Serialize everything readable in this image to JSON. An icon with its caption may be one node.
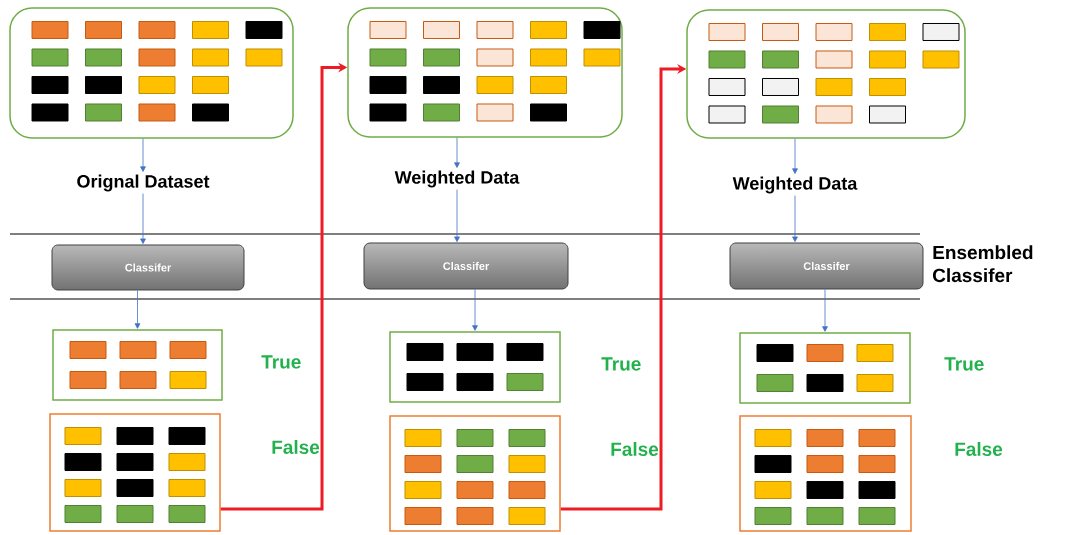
{
  "diagram": {
    "nodes": [
      {
        "text": [],
        "shape": "box"
      },
      {
        "text": [
          "Orignal Dataset"
        ]
      },
      {
        "text": [
          "Classifer"
        ]
      },
      {
        "text": [],
        "shape": "box",
        "beside": [
          "True"
        ]
      },
      {
        "text": [],
        "shape": "box",
        "beside": [
          "False"
        ]
      },
      {
        "text": [],
        "shape": "box"
      },
      {
        "text": [
          "Weighted Data"
        ]
      },
      {
        "text": [
          "Classifer"
        ]
      },
      {
        "text": [],
        "shape": "box",
        "beside": [
          "True"
        ]
      },
      {
        "text": [],
        "shape": "box",
        "beside": [
          "False"
        ]
      },
      {
        "text": [],
        "shape": "box"
      },
      {
        "text": [
          "Weighted Data"
        ]
      },
      {
        "text": [
          "Classifer"
        ]
      },
      {
        "text": [],
        "shape": "box",
        "beside": [
          "True"
        ]
      },
      {
        "text": [],
        "shape": "box",
        "beside": [
          "False"
        ]
      }
    ],
    "edges": [
      {
        "from": 0,
        "to": 1,
        "arrow": "to"
      },
      {
        "from": 1,
        "to": 2,
        "arrow": "to"
      },
      {
        "from": 2,
        "to": 3,
        "arrow": "to"
      },
      {
        "from": 4,
        "to": 5,
        "arrow": "to",
        "style": "thick",
        "color": "#ed1c24"
      },
      {
        "from": 5,
        "to": 6,
        "arrow": "to"
      },
      {
        "from": 6,
        "to": 7,
        "arrow": "to"
      },
      {
        "from": 7,
        "to": 8,
        "arrow": "to"
      },
      {
        "from": 9,
        "to": 10,
        "arrow": "to",
        "style": "thick",
        "color": "#ed1c24"
      },
      {
        "from": 10,
        "to": 11,
        "arrow": "to"
      },
      {
        "from": 11,
        "to": 12,
        "arrow": "to"
      },
      {
        "from": 12,
        "to": 13,
        "arrow": "to"
      }
    ],
    "labels": [
      "Ensembled Classifer"
    ]
  }
}
